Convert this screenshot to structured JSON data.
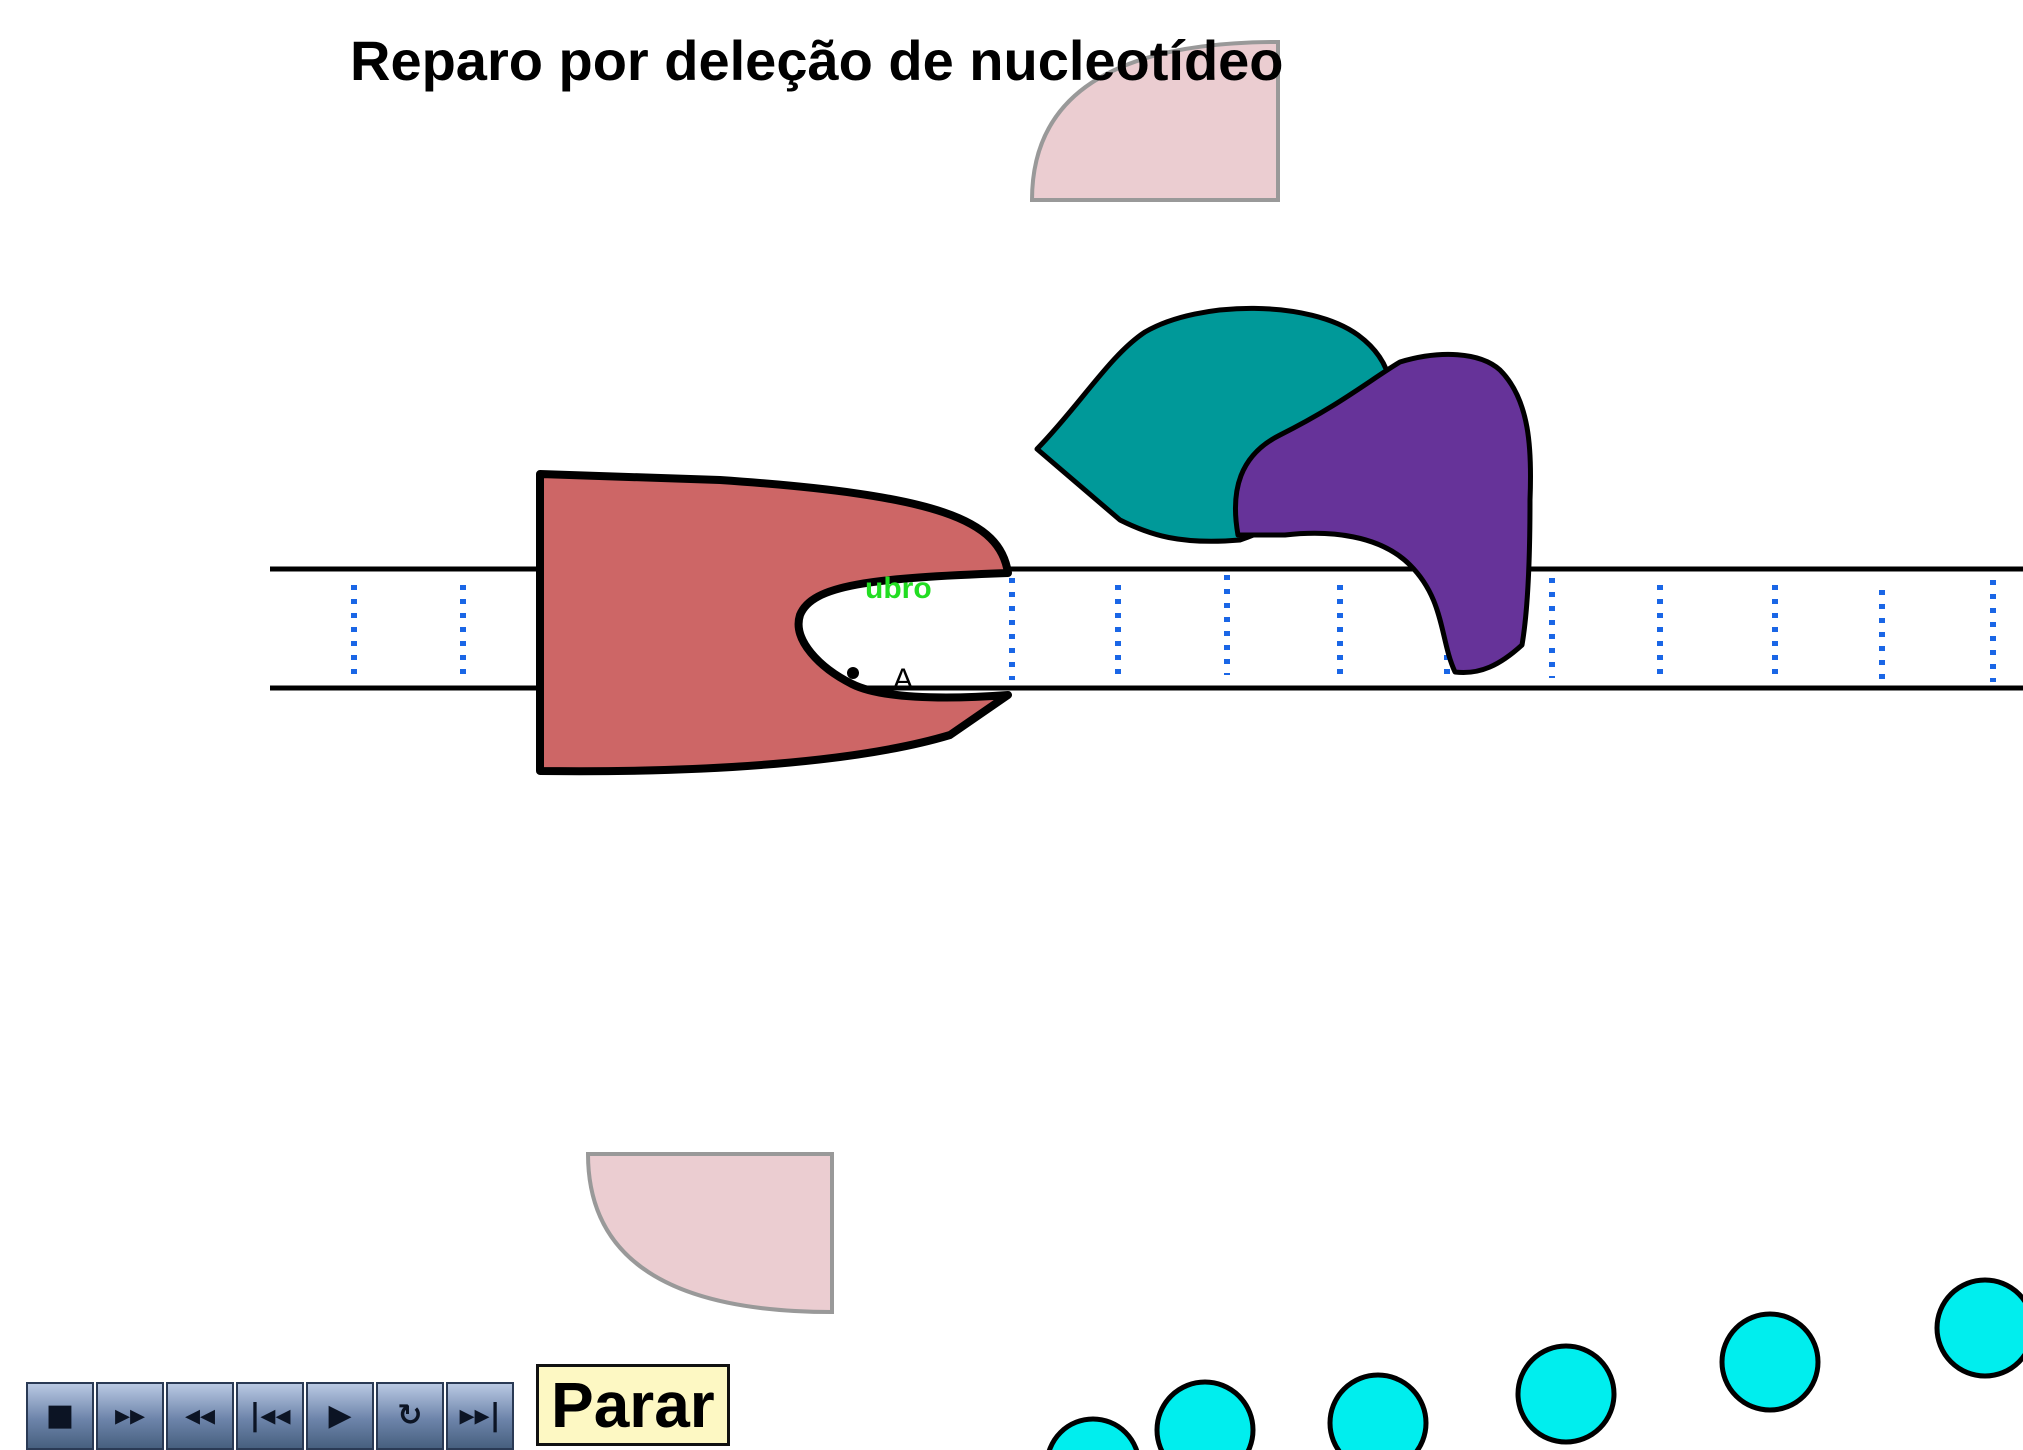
{
  "title": "Reparo por deleção de nucleotídeo",
  "labels": {
    "partial_green": "ubro",
    "nucleotide": "A"
  },
  "controls": [
    {
      "name": "stop-icon",
      "glyph": "■"
    },
    {
      "name": "fast-forward-icon",
      "glyph": "▸▸"
    },
    {
      "name": "rewind-icon",
      "glyph": "◂◂"
    },
    {
      "name": "skip-to-start-icon",
      "glyph": "|◂◂"
    },
    {
      "name": "play-icon",
      "glyph": "▶"
    },
    {
      "name": "replay-icon",
      "glyph": "↻"
    },
    {
      "name": "skip-to-end-icon",
      "glyph": "▸▸|"
    }
  ],
  "stop_label": "Parar",
  "colors": {
    "red_protein": "#cd6666",
    "teal_protein": "#009999",
    "purple_protein": "#663399",
    "pink_shape": "#ebcdd1",
    "nucleotide_circles": "#00eeee",
    "hydrogen_bonds": "#1a66e6",
    "label_green": "#22dd22"
  }
}
